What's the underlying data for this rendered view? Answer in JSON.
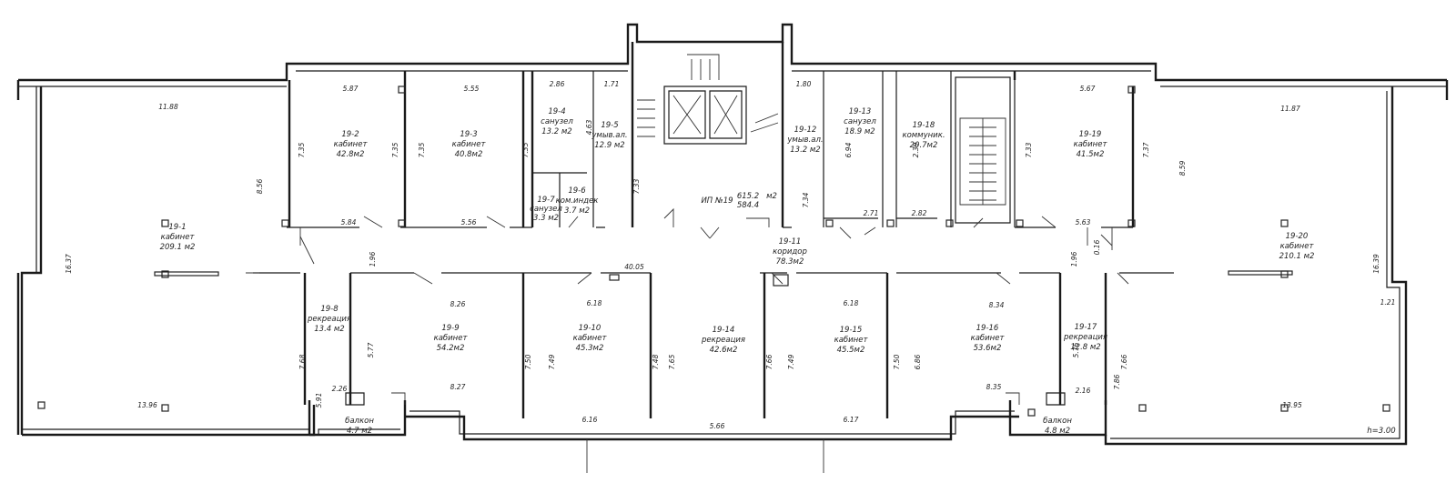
{
  "rooms": [
    {
      "id": "19-1",
      "name": "кабинет",
      "area": "209.1 м2"
    },
    {
      "id": "19-2",
      "name": "кабинет",
      "area": "42.8м2"
    },
    {
      "id": "19-3",
      "name": "кабинет",
      "area": "40.8м2"
    },
    {
      "id": "19-4",
      "name": "санузел",
      "area": "13.2 м2"
    },
    {
      "id": "19-5",
      "name": "умыв.ал.",
      "area": "12.9 м2"
    },
    {
      "id": "19-6",
      "name": "ком.индек",
      "area": "3.7 м2"
    },
    {
      "id": "19-7",
      "name": "санузел",
      "area": "3.3 м2"
    },
    {
      "id": "19-8",
      "name": "рекреация",
      "area": "13.4 м2"
    },
    {
      "id": "19-9",
      "name": "кабинет",
      "area": "54.2м2"
    },
    {
      "id": "19-10",
      "name": "кабинет",
      "area": "45.3м2"
    },
    {
      "id": "19-11",
      "name": "коридор",
      "area": "78.3м2"
    },
    {
      "id": "19-12",
      "name": "умыв.ал.",
      "area": "13.2 м2"
    },
    {
      "id": "19-13",
      "name": "санузел",
      "area": "18.9 м2"
    },
    {
      "id": "19-14",
      "name": "рекреация",
      "area": "42.6м2"
    },
    {
      "id": "19-15",
      "name": "кабинет",
      "area": "45.5м2"
    },
    {
      "id": "19-16",
      "name": "кабинет",
      "area": "53.6м2"
    },
    {
      "id": "19-17",
      "name": "рекреация",
      "area": "12.8 м2"
    },
    {
      "id": "19-18",
      "name": "коммуник.",
      "area": "20.7м2"
    },
    {
      "id": "19-19",
      "name": "кабинет",
      "area": "41.5м2"
    },
    {
      "id": "19-20",
      "name": "кабинет",
      "area": "210.1 м2"
    }
  ],
  "balconies": [
    {
      "name": "балкон",
      "area": "4.7 м2"
    },
    {
      "name": "балкон",
      "area": "4.8 м2"
    }
  ],
  "floor_summary": {
    "label": "ИП №19",
    "area1": "615.2",
    "area2": "584.4",
    "unit": "м2"
  },
  "height_note": "h=3.00",
  "dimensions": {
    "d11_88": "11.88",
    "d5_87": "5.87",
    "d5_55": "5.55",
    "d2_86": "2.86",
    "d1_71": "1.71",
    "d1_80": "1.80",
    "d5_67": "5.67",
    "d11_87": "11.87",
    "d7_35a": "7.35",
    "d7_35b": "7.35",
    "d7_35c": "7.35",
    "d7_35d": "7.35",
    "d4_63": "4.63",
    "d8_56": "8.56",
    "d7_33a": "7.33",
    "d7_34": "7.34",
    "d6_94": "6.94",
    "d2_39": "2.39",
    "d7_33b": "7.33",
    "d7_37": "7.37",
    "d8_59": "8.59",
    "d5_84": "5.84",
    "d5_56": "5.56",
    "d2_71": "2.71",
    "d2_82": "2.82",
    "d5_63": "5.63",
    "d16_37": "16.37",
    "d16_39": "16.39",
    "d1_96a": "1.96",
    "d1_96b": "1.96",
    "d0_16": "0.16",
    "d40_05": "40.05",
    "d8_26": "8.26",
    "d6_18a": "6.18",
    "d6_18b": "6.18",
    "d8_34": "8.34",
    "d1_21": "1.21",
    "d5_77": "5.77",
    "d7_68": "7.68",
    "d7_50a": "7.50",
    "d7_49a": "7.49",
    "d7_48": "7.48",
    "d7_65": "7.65",
    "d7_66": "7.66",
    "d7_49b": "7.49",
    "d7_50b": "7.50",
    "d6_86": "6.86",
    "d5_76": "5.76",
    "d7_66b": "7.66",
    "d8_27": "8.27",
    "d8_35": "8.35",
    "d5_91": "5.91",
    "d2_26": "2.26",
    "d7_86": "7.86",
    "d2_16": "2.16",
    "d13_96": "13.96",
    "d13_95": "13.95",
    "d6_16": "6.16",
    "d5_66": "5.66",
    "d6_17": "6.17"
  }
}
